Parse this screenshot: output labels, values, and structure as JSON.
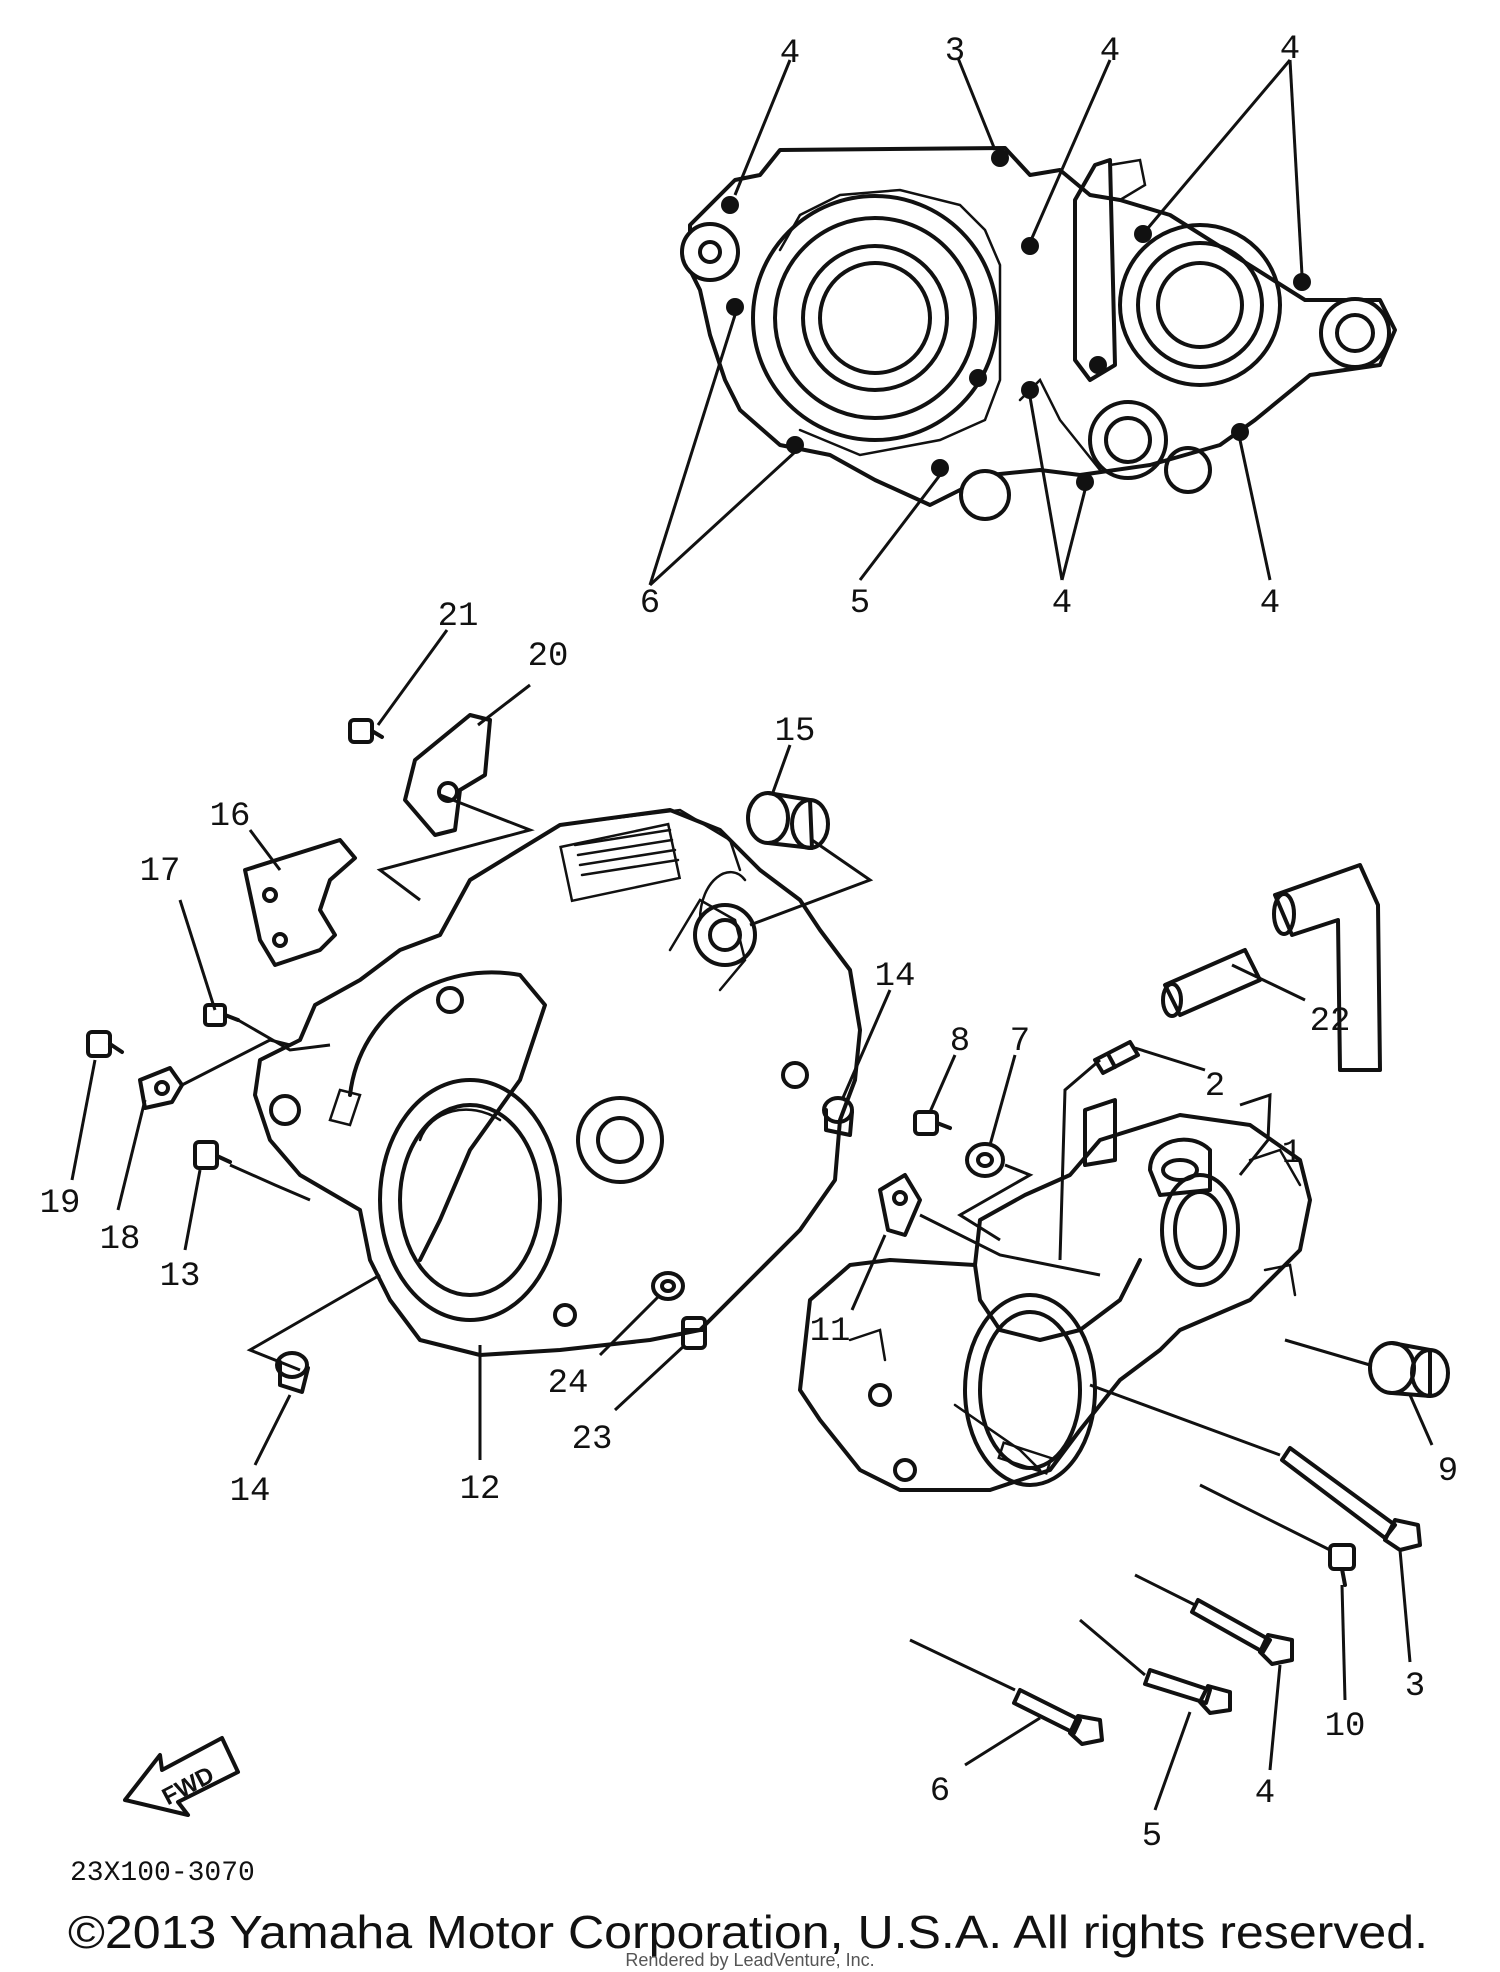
{
  "diagram": {
    "callouts": [
      "4",
      "3",
      "4",
      "4",
      "6",
      "5",
      "4",
      "4",
      "21",
      "20",
      "15",
      "16",
      "17",
      "22",
      "14",
      "8",
      "7",
      "2",
      "1",
      "19",
      "18",
      "13",
      "11",
      "9",
      "24",
      "23",
      "14",
      "12",
      "3",
      "10",
      "4",
      "6",
      "5"
    ],
    "fwd_label": "FWD",
    "code": "23X100-3070",
    "copyright": "©2013 Yamaha Motor Corporation, U.S.A. All rights reserved.",
    "credit": "Rendered by LeadVenture, Inc."
  }
}
